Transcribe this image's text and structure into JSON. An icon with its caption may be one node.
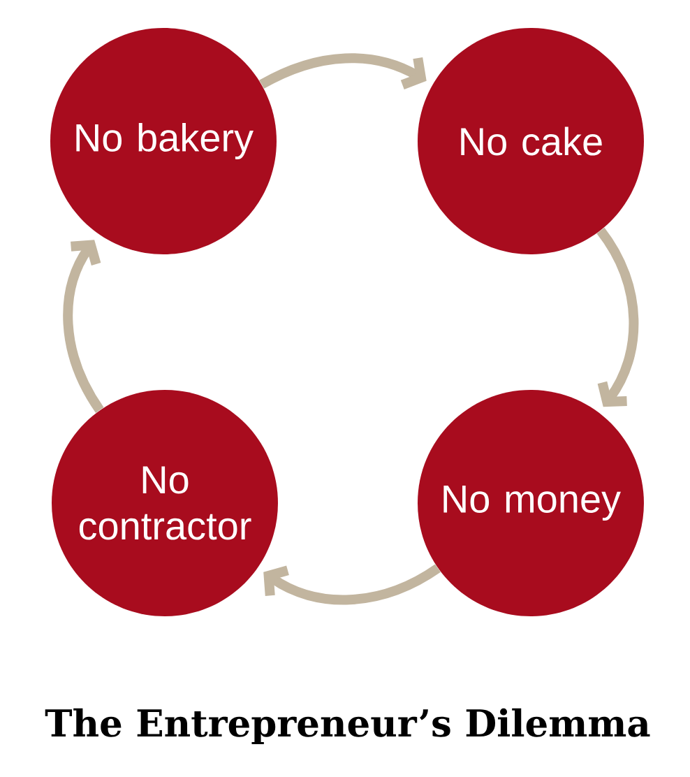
{
  "diagram": {
    "title": "The Entrepreneur’s Dilemma",
    "nodes": [
      {
        "text": [
          "No bakery"
        ]
      },
      {
        "text": [
          "No cake"
        ]
      },
      {
        "text": [
          "No contractor"
        ]
      },
      {
        "text": [
          "No money"
        ]
      }
    ],
    "edges": [
      {
        "from": 0,
        "to": 1,
        "arrow": "to"
      },
      {
        "from": 1,
        "to": 3,
        "arrow": "to"
      },
      {
        "from": 3,
        "to": 2,
        "arrow": "to"
      },
      {
        "from": 2,
        "to": 0,
        "arrow": "to"
      }
    ]
  }
}
